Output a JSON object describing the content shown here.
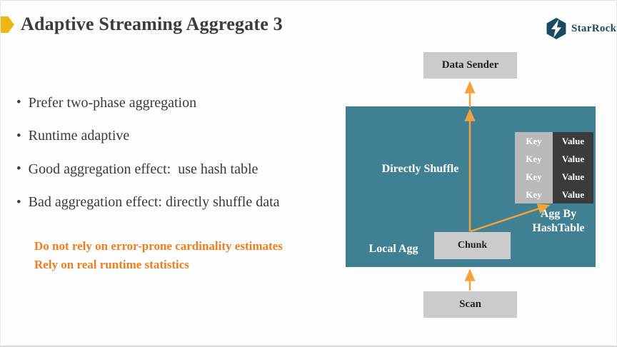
{
  "slide": {
    "title": "Adaptive Streaming Aggregate 3",
    "logo_text": "StarRocks"
  },
  "bullets": [
    {
      "label": "Prefer two-phase aggregation"
    },
    {
      "label": "Runtime adaptive"
    },
    {
      "label": "Good aggregation effect:  use hash table"
    },
    {
      "label": "Bad aggregation effect: directly shuffle data"
    }
  ],
  "note": {
    "line1": "Do not rely on error-prone cardinality estimates",
    "line2": "Rely on real runtime statistics"
  },
  "diagram": {
    "data_sender_label": "Data Sender",
    "scan_label": "Scan",
    "chunk_label": "Chunk",
    "directly_shuffle_label": "Directly Shuffle",
    "local_agg_label": "Local Agg",
    "agg_by_line1": "Agg By",
    "agg_by_line2": "HashTable",
    "hash_table_rows": [
      {
        "key": "Key",
        "value": "Value"
      },
      {
        "key": "Key",
        "value": "Value"
      },
      {
        "key": "Key",
        "value": "Value"
      },
      {
        "key": "Key",
        "value": "Value"
      }
    ]
  },
  "colors": {
    "accent_yellow": "#edb70f",
    "note_orange": "#ee7d1f",
    "arrow_orange": "#f2a33c",
    "teal_box": "#3f8192",
    "node_gray": "#cbcbcb",
    "key_gray": "#b9b9b9",
    "value_dark": "#3b3b3b",
    "logo_teal": "#1b4a5e",
    "text_dark": "#3a3a3a"
  }
}
